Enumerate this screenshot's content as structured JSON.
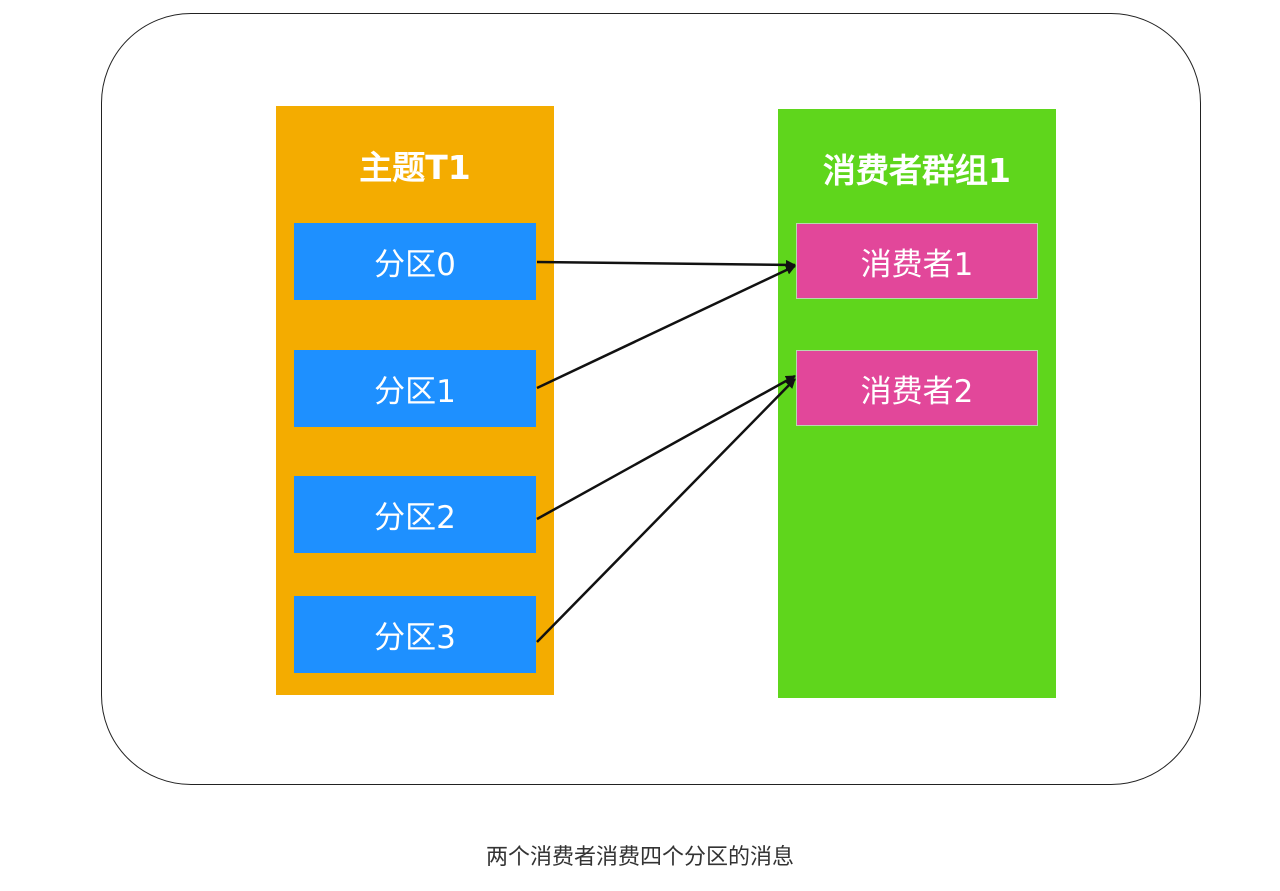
{
  "colors": {
    "topic_panel": "#F4AC00",
    "group_panel": "#5FD61C",
    "partition_box": "#1E90FF",
    "consumer_box": "#E2479A",
    "arrow": "#111111",
    "frame": "#222222"
  },
  "topic": {
    "title": "主题T1",
    "partitions": [
      {
        "label": "分区0"
      },
      {
        "label": "分区1"
      },
      {
        "label": "分区2"
      },
      {
        "label": "分区3"
      }
    ]
  },
  "consumer_group": {
    "title": "消费者群组1",
    "consumers": [
      {
        "label": "消费者1"
      },
      {
        "label": "消费者2"
      }
    ]
  },
  "assignments": [
    {
      "partition": "分区0",
      "consumer": "消费者1"
    },
    {
      "partition": "分区1",
      "consumer": "消费者1"
    },
    {
      "partition": "分区2",
      "consumer": "消费者2"
    },
    {
      "partition": "分区3",
      "consumer": "消费者2"
    }
  ],
  "caption": "两个消费者消费四个分区的消息"
}
